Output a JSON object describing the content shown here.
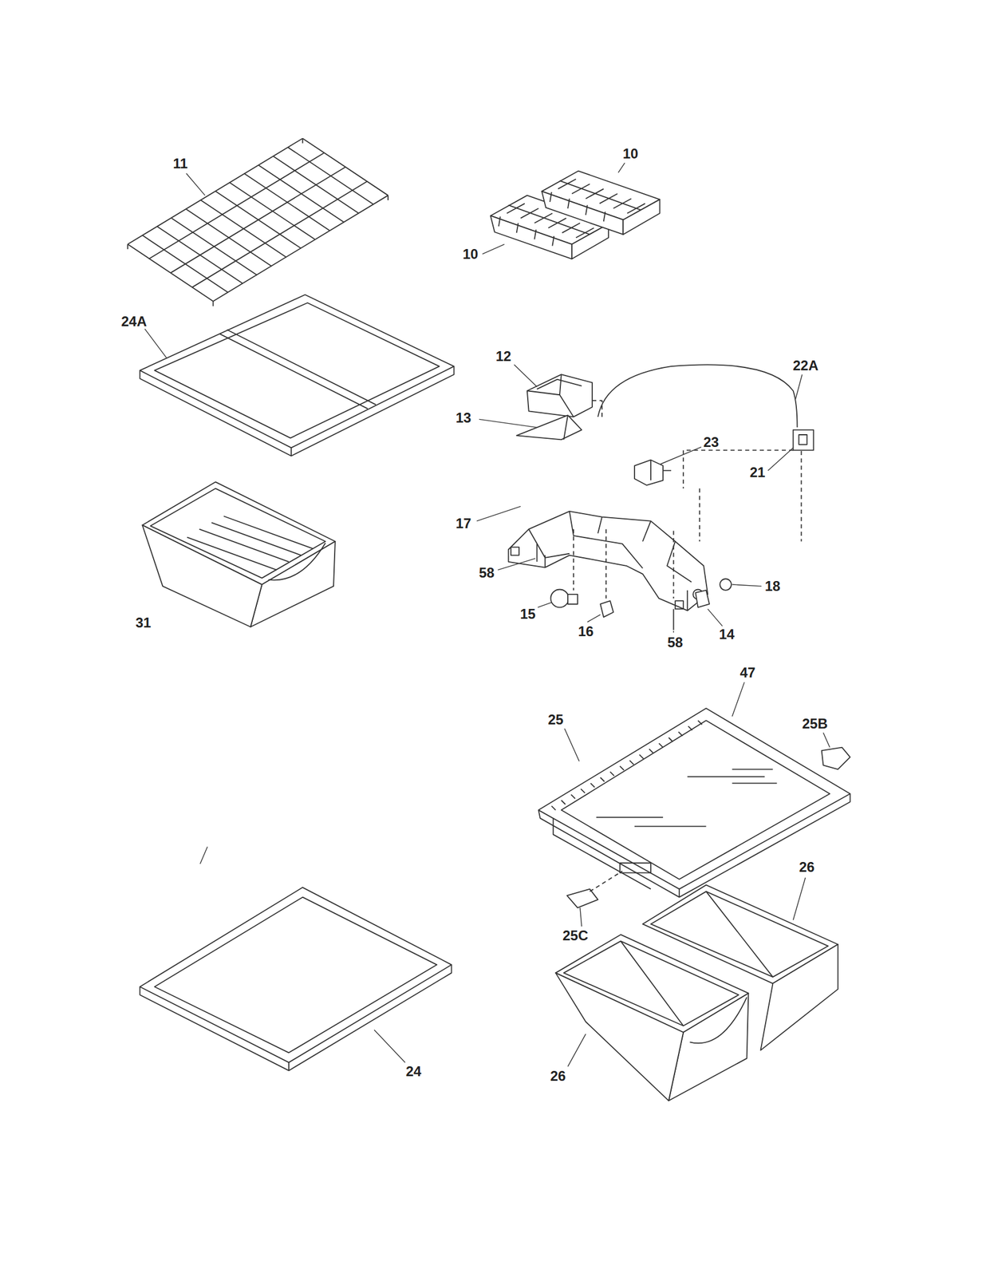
{
  "diagram": {
    "labels": [
      "10",
      "11",
      "10",
      "24A",
      "12",
      "22A",
      "13",
      "23",
      "21",
      "17",
      "58",
      "18",
      "15",
      "31",
      "16",
      "14",
      "58",
      "47",
      "25",
      "25B",
      "26",
      "25C",
      "24",
      "26"
    ]
  }
}
